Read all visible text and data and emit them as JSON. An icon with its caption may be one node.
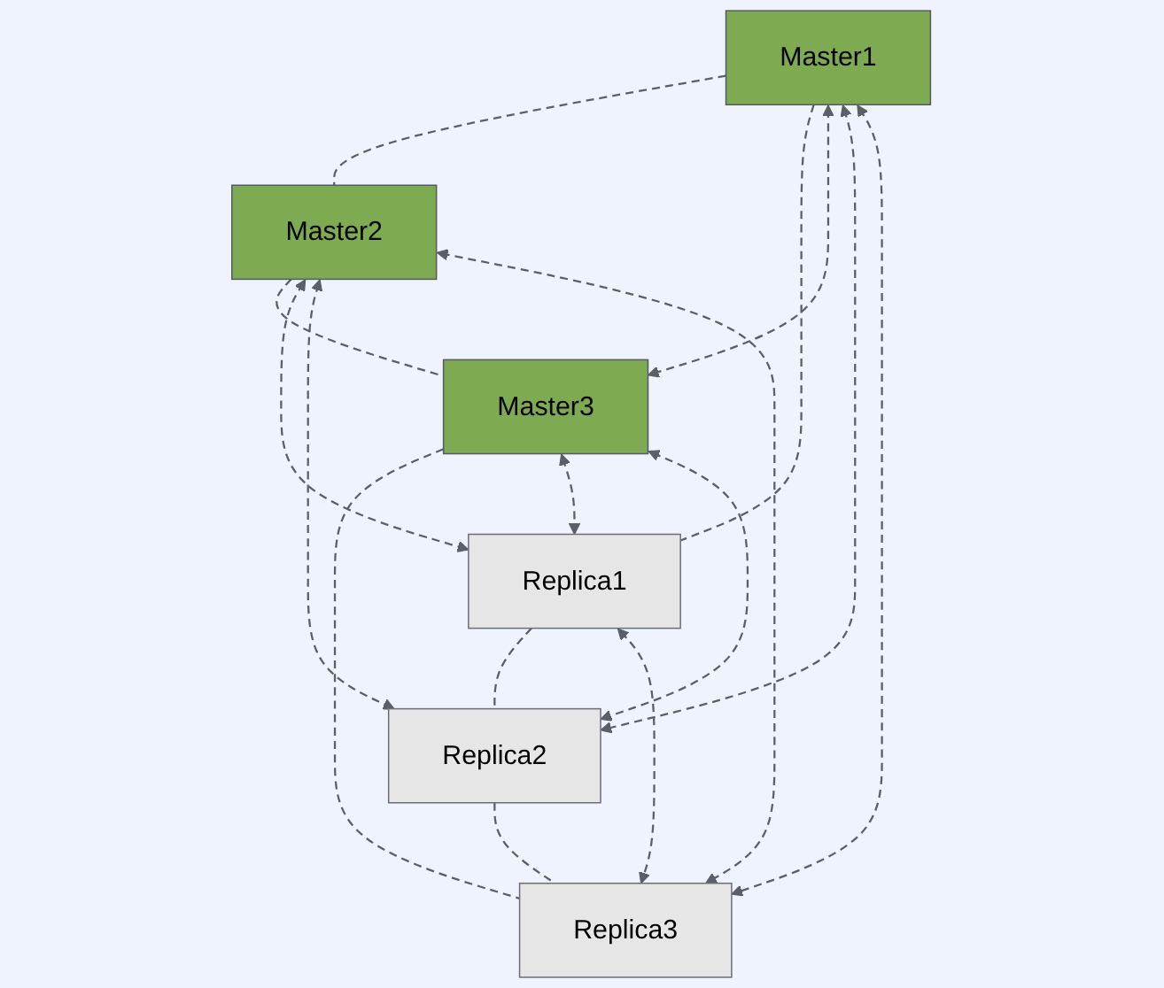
{
  "diagram": {
    "nodes": [
      {
        "text": [
          "Master2"
        ]
      },
      {
        "text": [
          "Master1"
        ]
      },
      {
        "text": [
          "Master3"
        ]
      },
      {
        "text": [
          "Replica1"
        ]
      },
      {
        "text": [
          "Replica3"
        ]
      },
      {
        "text": [
          "Replica2"
        ]
      }
    ],
    "edges": [
      {
        "from": 1,
        "to": 0,
        "arrow": "none",
        "style": "dashed"
      },
      {
        "from": 0,
        "to": 2,
        "arrow": "none",
        "style": "dashed"
      },
      {
        "from": 1,
        "to": 3,
        "arrow": "none",
        "style": "dashed"
      },
      {
        "from": 2,
        "to": 4,
        "arrow": "none",
        "style": "dashed"
      },
      {
        "from": 3,
        "to": 5,
        "arrow": "none",
        "style": "dashed"
      },
      {
        "from": 5,
        "to": 4,
        "arrow": "none",
        "style": "dashed"
      },
      {
        "from": 1,
        "to": 2,
        "arrow": "both",
        "style": "dashed"
      },
      {
        "from": 1,
        "to": 5,
        "arrow": "both",
        "style": "dashed"
      },
      {
        "from": 1,
        "to": 4,
        "arrow": "both",
        "style": "dashed"
      },
      {
        "from": 0,
        "to": 3,
        "arrow": "both",
        "style": "dashed"
      },
      {
        "from": 0,
        "to": 5,
        "arrow": "both",
        "style": "dashed"
      },
      {
        "from": 0,
        "to": 4,
        "arrow": "both",
        "style": "dashed"
      },
      {
        "from": 2,
        "to": 3,
        "arrow": "both",
        "style": "dashed"
      },
      {
        "from": 2,
        "to": 5,
        "arrow": "both",
        "style": "dashed"
      },
      {
        "from": 3,
        "to": 4,
        "arrow": "both",
        "style": "dashed"
      }
    ]
  }
}
